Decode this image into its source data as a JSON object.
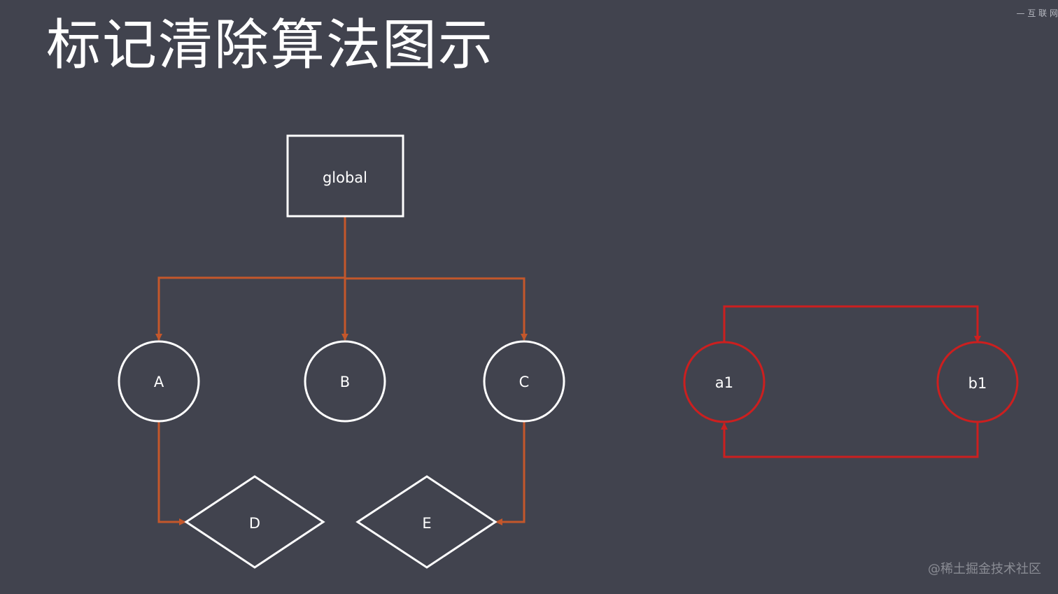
{
  "title": "标记清除算法图示",
  "corner_text": "— 互 联 网",
  "watermark": "@稀土掘金技术社区",
  "colors": {
    "background": "#41434e",
    "reachable_edge": "#c4572b",
    "unreachable": "#cc1f1f",
    "node_stroke": "#ffffff"
  },
  "nodes": {
    "global": "global",
    "A": "A",
    "B": "B",
    "C": "C",
    "D": "D",
    "E": "E",
    "a1": "a1",
    "b1": "b1"
  }
}
